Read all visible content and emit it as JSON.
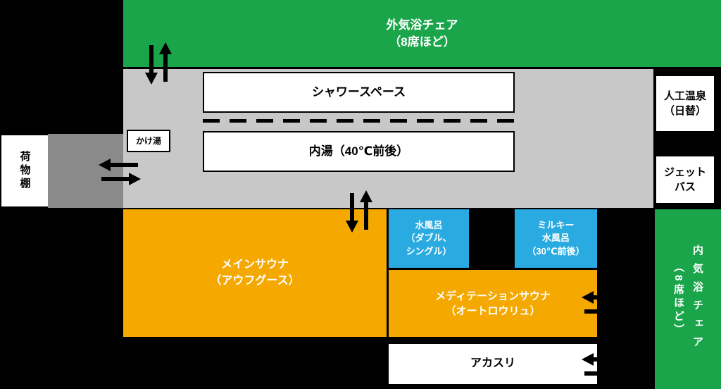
{
  "colors": {
    "black": "#000000",
    "white": "#ffffff",
    "green": "#1aa54a",
    "orange": "#f5a800",
    "blue": "#29abe2",
    "gray": "#c8c8c8",
    "dark_gray": "#8a8a8a"
  },
  "areas": {
    "outdoor_air_chairs": {
      "line1": "外気浴チェア",
      "line2": "（8席ほど）"
    },
    "shower_space": {
      "label": "シャワースペース"
    },
    "indoor_bath": {
      "label": "内湯（40℃前後）"
    },
    "kakeyu": {
      "label": "かけ湯"
    },
    "artificial_onsen": {
      "line1": "人工温泉",
      "line2": "（日替）"
    },
    "jet_bath": {
      "line1": "ジェット",
      "line2": "バス"
    },
    "luggage_shelf": {
      "label": "荷物棚"
    },
    "main_sauna": {
      "line1": "メインサウナ",
      "line2": "（アウフグース）"
    },
    "cold_bath": {
      "line1": "水風呂",
      "line2": "（ダブル、",
      "line3": "シングル）"
    },
    "milky_cold_bath": {
      "line1": "ミルキー",
      "line2": "水風呂",
      "line3": "（30℃前後）"
    },
    "meditation_sauna": {
      "line1": "メディテーションサウナ",
      "line2": "（オートロウリュ）"
    },
    "akasuri": {
      "label": "アカスリ"
    },
    "indoor_air_chairs": {
      "line1": "内気浴チェア",
      "line2": "（8席ほど）"
    }
  }
}
